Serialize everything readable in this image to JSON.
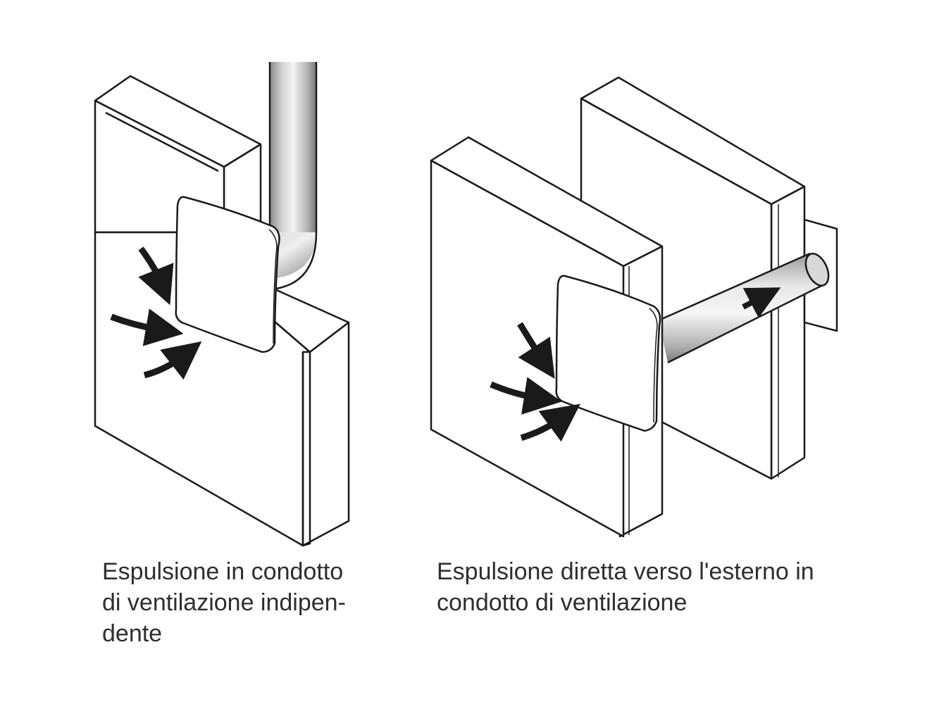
{
  "figures": [
    {
      "caption_lines": [
        "Espulsione in condotto",
        "di ventilazione indipen-",
        "dente"
      ]
    },
    {
      "caption_lines": [
        "Espulsione diretta verso l'esterno in",
        "condotto di ventilazione"
      ]
    }
  ],
  "colors": {
    "outline": "#1a1a1a",
    "wall_fill": "#ffffff",
    "duct_light": "#f2f2f2",
    "duct_mid": "#c4c4c4",
    "duct_dark": "#7d7d7d",
    "arrow": "#1a1a1a",
    "caption_text": "#2e2e2e"
  }
}
